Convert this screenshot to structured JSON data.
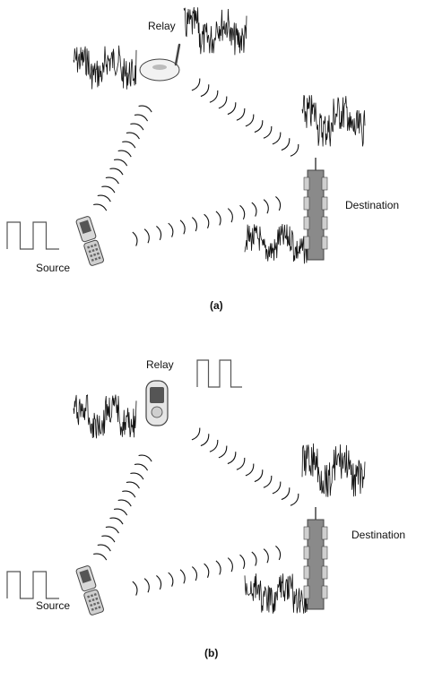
{
  "panels": [
    {
      "caption": "(a)",
      "labels": {
        "relay": "Relay",
        "destination": "Destination",
        "source": "Source"
      },
      "relay_device": "wireless-router",
      "relay_signal_in": "noisy",
      "relay_signal_out": "noisy"
    },
    {
      "caption": "(b)",
      "labels": {
        "relay": "Relay",
        "destination": "Destination",
        "source": "Source"
      },
      "relay_device": "mobile-phone",
      "relay_signal_in": "noisy",
      "relay_signal_out": "square-wave"
    }
  ],
  "colors": {
    "stroke": "#111111",
    "square_wave": "#555555",
    "device": "#444444"
  }
}
